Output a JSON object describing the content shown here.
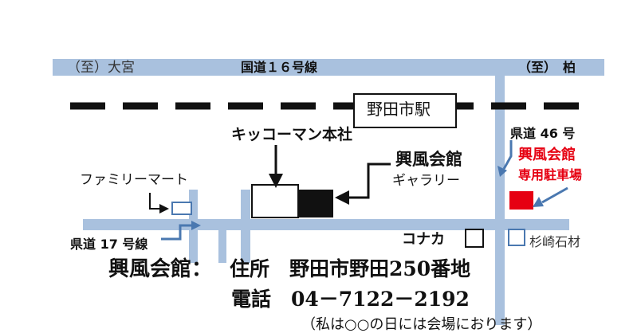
{
  "top_road": {
    "west_label": "（至）大宮",
    "center_label": "国道１６号線",
    "east_label": "（至）　柏"
  },
  "station": {
    "label": "野田市駅"
  },
  "kikkoman": {
    "label": "キッコーマン本社"
  },
  "kofukaikan": {
    "line1": "興風会館",
    "line2": "ギャラリー"
  },
  "familymart": {
    "label": "ファミリーマート"
  },
  "prefectural_17": {
    "label": "県道 17 号線"
  },
  "prefectural_46": {
    "label": "県道 46 号"
  },
  "parking": {
    "line1": "興風会館",
    "line2": "専用駐車場"
  },
  "konaka": {
    "label": "コナカ"
  },
  "sugisaki": {
    "label": "杉崎石材"
  },
  "address": {
    "name": "興風会館：",
    "line1": "住所　野田市野田250番地",
    "line2": "電話　04－7122－2192",
    "note_partial": "（私は○○の日には会場におります）"
  },
  "colors": {
    "road": "#a9c1de",
    "arrow_blue": "#4a78b0",
    "parking_red": "#e60012",
    "rail": "#111111"
  }
}
